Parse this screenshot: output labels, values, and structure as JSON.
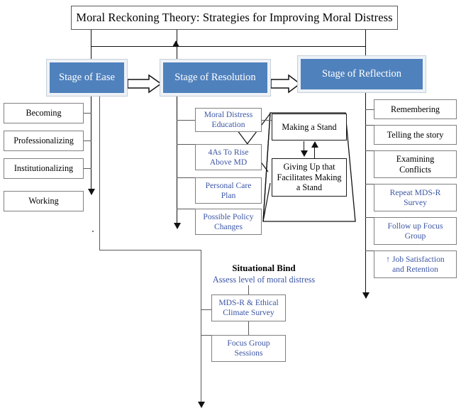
{
  "diagram": {
    "title": "Moral Reckoning Theory: Strategies for Improving Moral Distress",
    "type": "flowchart",
    "colors": {
      "stage_fill": "#4f81bd",
      "stage_text": "#ffffff",
      "blue_text": "#3b55a4",
      "black_text": "#000000",
      "box_border": "#808080",
      "connector": "#5a5a5a"
    },
    "stages": [
      {
        "label": "Stage of Ease"
      },
      {
        "label": "Stage of Resolution"
      },
      {
        "label": "Stage of Reflection"
      }
    ],
    "ease_items": [
      {
        "label": "Becoming",
        "color": "black"
      },
      {
        "label": "Professionalizing",
        "color": "black"
      },
      {
        "label": "Institutionalizing",
        "color": "black"
      },
      {
        "label": "Working",
        "color": "black"
      }
    ],
    "resolution_items": [
      {
        "line1": "Moral Distress",
        "line2": "Education",
        "color": "blue"
      },
      {
        "line1": "4As To Rise",
        "line2": "Above MD",
        "color": "blue"
      },
      {
        "line1": "Personal Care",
        "line2": "Plan",
        "color": "blue"
      },
      {
        "line1": "Possible Policy",
        "line2": "Changes",
        "color": "blue"
      }
    ],
    "resolution_outcomes": [
      {
        "line1": "Making a Stand",
        "line2": "",
        "line3": "",
        "color": "black"
      },
      {
        "line1": "Giving Up that",
        "line2": "Facilitates Making",
        "line3": "a Stand",
        "color": "black"
      }
    ],
    "reflection_items": [
      {
        "line1": "Remembering",
        "line2": "",
        "color": "black"
      },
      {
        "line1": "Telling the story",
        "line2": "",
        "color": "black"
      },
      {
        "line1": "Examining",
        "line2": "Conflicts",
        "color": "black"
      },
      {
        "line1": "Repeat MDS-R",
        "line2": "Survey",
        "color": "blue"
      },
      {
        "line1": "Follow up Focus",
        "line2": "Group",
        "color": "blue"
      },
      {
        "line1": "↑ Job Satisfaction",
        "line2": "and Retention",
        "color": "blue"
      }
    ],
    "situational_bind": {
      "heading": "Situational Bind",
      "subheading": "Assess level of moral distress",
      "items": [
        {
          "line1": "MDS-R & Ethical",
          "line2": "Climate Survey",
          "color": "blue"
        },
        {
          "line1": "Focus Group",
          "line2": "Sessions",
          "color": "blue"
        }
      ]
    }
  }
}
